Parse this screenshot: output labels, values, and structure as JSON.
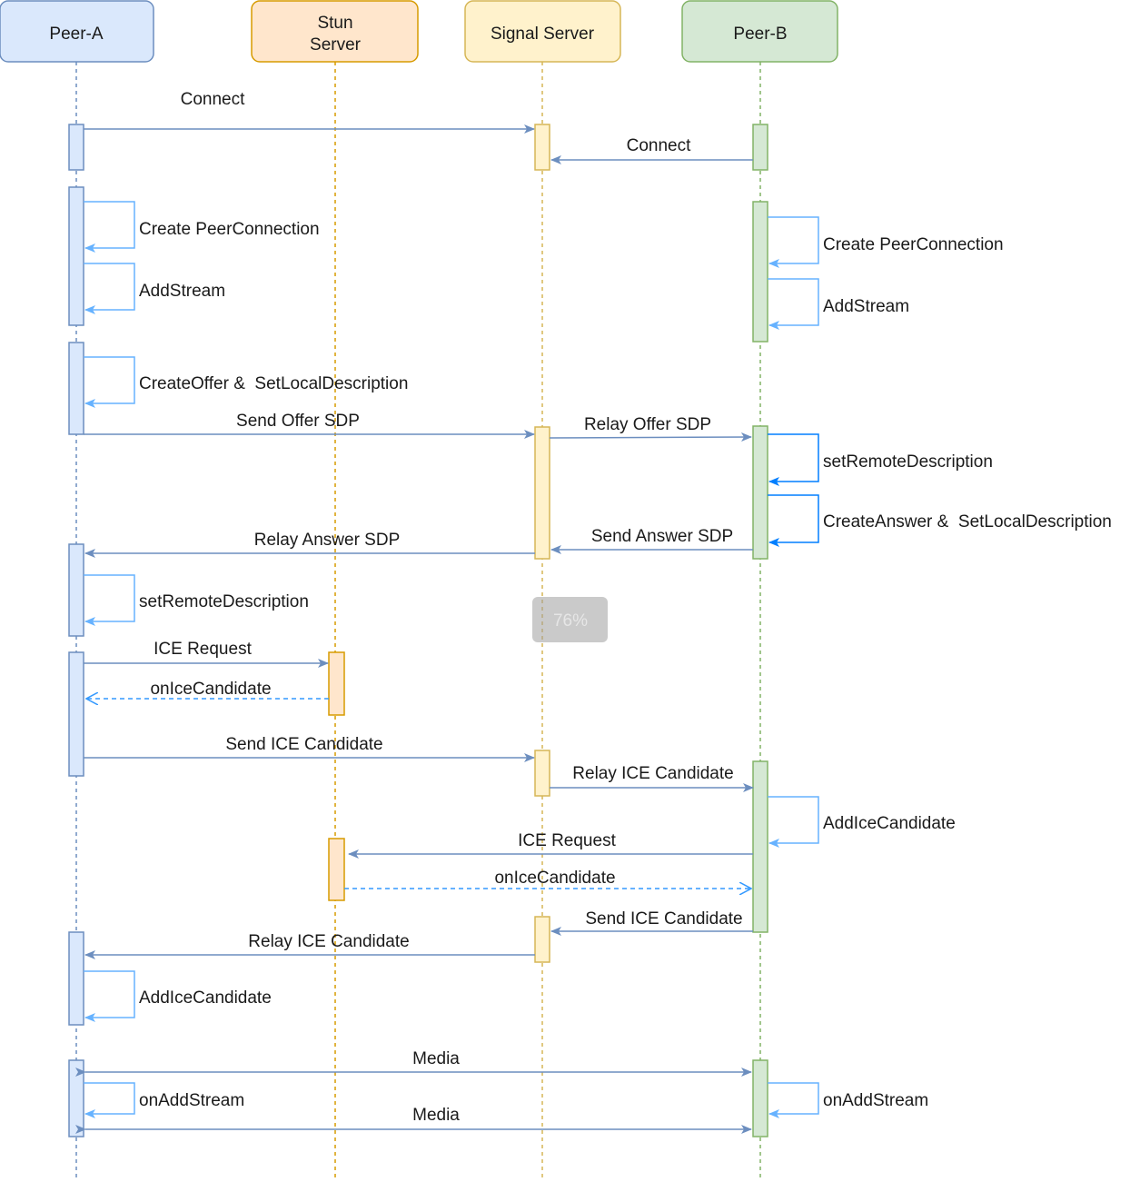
{
  "participants": [
    {
      "id": "peer_a",
      "label": "Peer-A",
      "fill": "#dae8fc",
      "stroke": "#6c8ebf"
    },
    {
      "id": "stun",
      "label": "Stun Server",
      "fill": "#ffe6cc",
      "stroke": "#d79b00"
    },
    {
      "id": "signal",
      "label": "Signal Server",
      "fill": "#fff2cc",
      "stroke": "#d6b656"
    },
    {
      "id": "peer_b",
      "label": "Peer-B",
      "fill": "#d5e8d4",
      "stroke": "#82b366"
    }
  ],
  "colors": {
    "message_arrow": "#6c8ebf",
    "self_call_light": "#66b2ff",
    "self_call_dark": "#007fff",
    "dashed_return": "#3399ff"
  },
  "messages": [
    {
      "id": "connect-a",
      "label": "Connect"
    },
    {
      "id": "connect-b",
      "label": "Connect"
    },
    {
      "id": "create-pc-a",
      "label": "Create PeerConnection"
    },
    {
      "id": "addstream-a",
      "label": "AddStream"
    },
    {
      "id": "create-pc-b",
      "label": "Create PeerConnection"
    },
    {
      "id": "addstream-b",
      "label": "AddStream"
    },
    {
      "id": "createoffer-a",
      "label": "CreateOffer &  SetLocalDescription"
    },
    {
      "id": "send-offer",
      "label": "Send Offer SDP"
    },
    {
      "id": "relay-offer",
      "label": "Relay Offer SDP"
    },
    {
      "id": "setremote-b",
      "label": "setRemoteDescription"
    },
    {
      "id": "createanswer-b",
      "label": "CreateAnswer &  SetLocalDescription"
    },
    {
      "id": "send-answer",
      "label": "Send Answer SDP"
    },
    {
      "id": "relay-answer",
      "label": "Relay Answer SDP"
    },
    {
      "id": "setremote-a",
      "label": "setRemoteDescription"
    },
    {
      "id": "ice-request-a",
      "label": "ICE Request"
    },
    {
      "id": "onicecandidate-a",
      "label": "onIceCandidate"
    },
    {
      "id": "send-ice-a",
      "label": "Send ICE Candidate"
    },
    {
      "id": "relay-ice-b",
      "label": "Relay ICE Candidate"
    },
    {
      "id": "addice-b",
      "label": "AddIceCandidate"
    },
    {
      "id": "ice-request-b",
      "label": "ICE Request"
    },
    {
      "id": "onicecandidate-b",
      "label": "onIceCandidate"
    },
    {
      "id": "send-ice-b",
      "label": "Send ICE Candidate"
    },
    {
      "id": "relay-ice-a",
      "label": "Relay ICE Candidate"
    },
    {
      "id": "addice-a",
      "label": "AddIceCandidate"
    },
    {
      "id": "media-1",
      "label": "Media"
    },
    {
      "id": "onaddstream-a",
      "label": "onAddStream"
    },
    {
      "id": "onaddstream-b",
      "label": "onAddStream"
    },
    {
      "id": "media-2",
      "label": "Media"
    }
  ],
  "zoom_indicator": "76%"
}
